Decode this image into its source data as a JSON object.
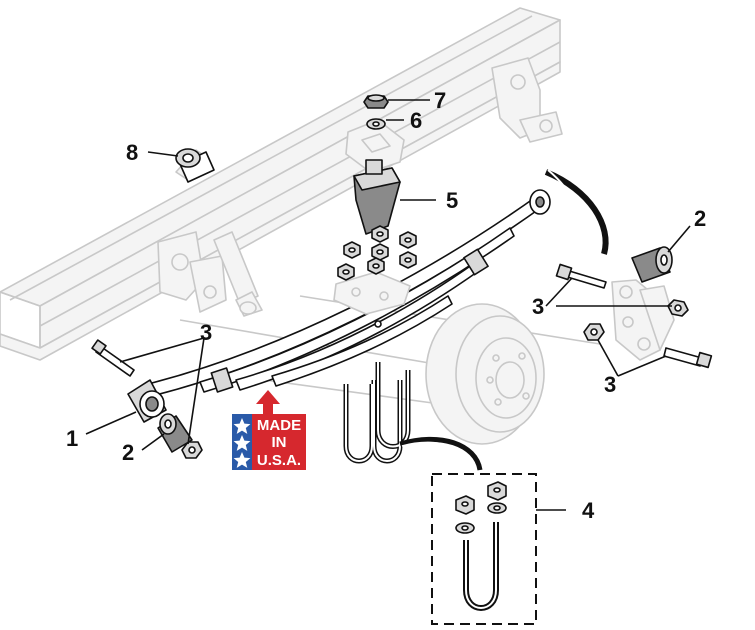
{
  "callouts": {
    "c1": "1",
    "c2a": "2",
    "c2b": "2",
    "c3a": "3",
    "c3b": "3",
    "c3c": "3",
    "c4": "4",
    "c5": "5",
    "c6": "6",
    "c7": "7",
    "c8": "8"
  },
  "badge": {
    "line1": "MADE",
    "line2": "IN",
    "line3": "U.S.A.",
    "red": "#d6282e",
    "blue": "#2a5aa8",
    "white": "#ffffff"
  },
  "icons": [
    "star-icon",
    "arrow-up-icon"
  ]
}
